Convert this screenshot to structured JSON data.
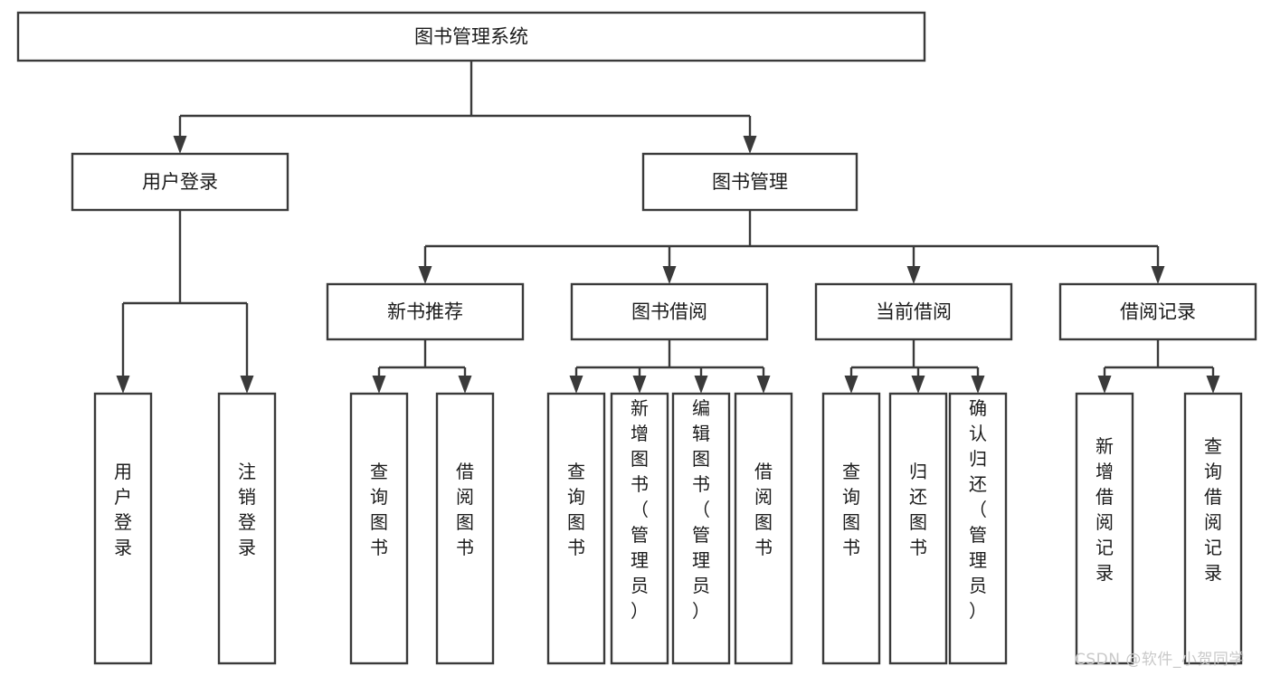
{
  "diagram": {
    "type": "tree",
    "title": "图书管理系统",
    "watermark": "CSDN @软件_小贺同学",
    "colors": {
      "box_stroke": "#3a3a3a",
      "box_fill": "#ffffff",
      "text": "#1b1b1b",
      "connector": "#3a3a3a",
      "watermark": "#c9c9c9",
      "background": "#ffffff"
    },
    "levels": {
      "level0": "系统",
      "level1": "模块",
      "level2": "子模块",
      "level3": "功能"
    },
    "nodes": {
      "root": {
        "label": "图书管理系统",
        "orientation": "horizontal"
      },
      "user_login": {
        "label": "用户登录",
        "orientation": "horizontal"
      },
      "book_manage": {
        "label": "图书管理",
        "orientation": "horizontal"
      },
      "new_book_rec": {
        "label": "新书推荐",
        "orientation": "horizontal"
      },
      "book_borrow": {
        "label": "图书借阅",
        "orientation": "horizontal"
      },
      "current_borrow": {
        "label": "当前借阅",
        "orientation": "horizontal"
      },
      "borrow_record": {
        "label": "借阅记录",
        "orientation": "horizontal"
      },
      "leaf_user_login": {
        "label": "用户登录",
        "orientation": "vertical"
      },
      "leaf_user_logout": {
        "label": "注销登录",
        "orientation": "vertical"
      },
      "leaf_query_book_1": {
        "label": "查询图书",
        "orientation": "vertical"
      },
      "leaf_borrow_book_1": {
        "label": "借阅图书",
        "orientation": "vertical"
      },
      "leaf_query_book_2": {
        "label": "查询图书",
        "orientation": "vertical"
      },
      "leaf_add_book": {
        "label": "新增图书（管理员）",
        "orientation": "vertical"
      },
      "leaf_edit_book": {
        "label": "编辑图书（管理员）",
        "orientation": "vertical"
      },
      "leaf_borrow_book_2": {
        "label": "借阅图书",
        "orientation": "vertical"
      },
      "leaf_query_book_3": {
        "label": "查询图书",
        "orientation": "vertical"
      },
      "leaf_return_book": {
        "label": "归还图书",
        "orientation": "vertical"
      },
      "leaf_confirm_return": {
        "label": "确认归还（管理员）",
        "orientation": "vertical"
      },
      "leaf_add_record": {
        "label": "新增借阅记录",
        "orientation": "vertical"
      },
      "leaf_query_record": {
        "label": "查询借阅记录",
        "orientation": "vertical"
      }
    },
    "edges": [
      {
        "from": "root",
        "to": "user_login"
      },
      {
        "from": "root",
        "to": "book_manage"
      },
      {
        "from": "user_login",
        "to": "leaf_user_login"
      },
      {
        "from": "user_login",
        "to": "leaf_user_logout"
      },
      {
        "from": "book_manage",
        "to": "new_book_rec"
      },
      {
        "from": "book_manage",
        "to": "book_borrow"
      },
      {
        "from": "book_manage",
        "to": "current_borrow"
      },
      {
        "from": "book_manage",
        "to": "borrow_record"
      },
      {
        "from": "new_book_rec",
        "to": "leaf_query_book_1"
      },
      {
        "from": "new_book_rec",
        "to": "leaf_borrow_book_1"
      },
      {
        "from": "book_borrow",
        "to": "leaf_query_book_2"
      },
      {
        "from": "book_borrow",
        "to": "leaf_add_book"
      },
      {
        "from": "book_borrow",
        "to": "leaf_edit_book"
      },
      {
        "from": "book_borrow",
        "to": "leaf_borrow_book_2"
      },
      {
        "from": "current_borrow",
        "to": "leaf_query_book_3"
      },
      {
        "from": "current_borrow",
        "to": "leaf_return_book"
      },
      {
        "from": "current_borrow",
        "to": "leaf_confirm_return"
      },
      {
        "from": "borrow_record",
        "to": "leaf_add_record"
      },
      {
        "from": "borrow_record",
        "to": "leaf_query_record"
      }
    ]
  }
}
